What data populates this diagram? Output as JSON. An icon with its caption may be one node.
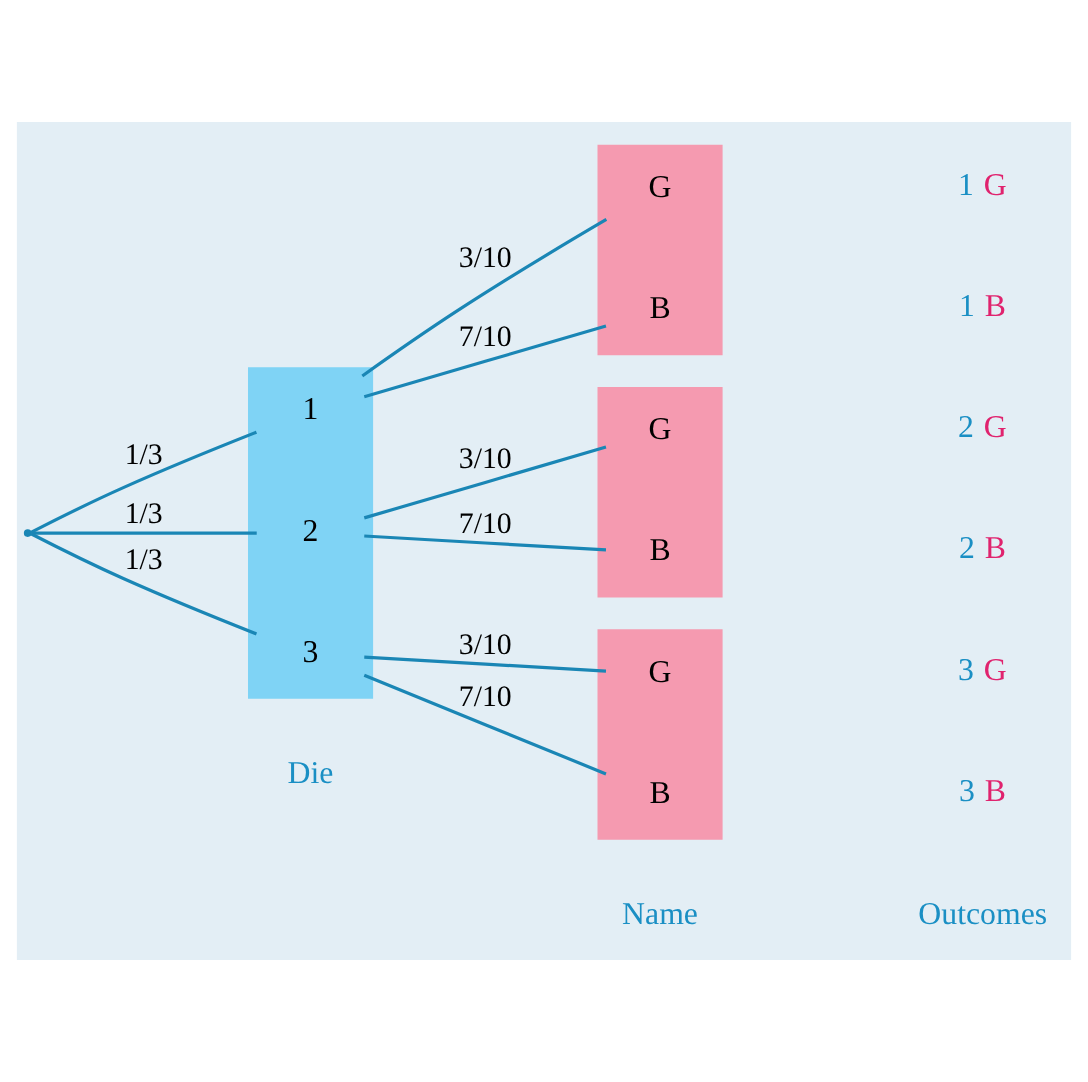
{
  "diagram": {
    "nodes": [
      {
        "text": [],
        "shape": "point"
      },
      {
        "text": [],
        "shape": "bar"
      },
      {
        "text": [
          "1"
        ],
        "in": 1
      },
      {
        "text": [
          "2"
        ],
        "in": 1
      },
      {
        "text": [
          "3"
        ],
        "in": 1
      },
      {
        "text": [],
        "shape": "bar"
      },
      {
        "text": [
          "G"
        ],
        "in": 5
      },
      {
        "text": [
          "B"
        ],
        "in": 5
      },
      {
        "text": [],
        "shape": "bar"
      },
      {
        "text": [
          "G"
        ],
        "in": 8
      },
      {
        "text": [
          "B"
        ],
        "in": 8
      },
      {
        "text": [],
        "shape": "bar"
      },
      {
        "text": [
          "G"
        ],
        "in": 11
      },
      {
        "text": [
          "B"
        ],
        "in": 11
      }
    ],
    "edges": [
      {
        "from": 0,
        "to": 2,
        "arrow": "none",
        "label": "1/3"
      },
      {
        "from": 0,
        "to": 3,
        "arrow": "none",
        "label": "1/3"
      },
      {
        "from": 0,
        "to": 4,
        "arrow": "none",
        "label": "1/3"
      },
      {
        "from": 2,
        "to": 6,
        "arrow": "none",
        "label": "3/10"
      },
      {
        "from": 2,
        "to": 7,
        "arrow": "none",
        "label": "7/10"
      },
      {
        "from": 3,
        "to": 9,
        "arrow": "none",
        "label": "3/10"
      },
      {
        "from": 3,
        "to": 10,
        "arrow": "none",
        "label": "7/10"
      },
      {
        "from": 4,
        "to": 12,
        "arrow": "none",
        "label": "3/10"
      },
      {
        "from": 4,
        "to": 13,
        "arrow": "none",
        "label": "7/10"
      }
    ],
    "labels": [
      "Die",
      "Name",
      "Outcomes",
      "1 G",
      "1 B",
      "2 G",
      "2 B",
      "3 G",
      "3 B"
    ]
  }
}
